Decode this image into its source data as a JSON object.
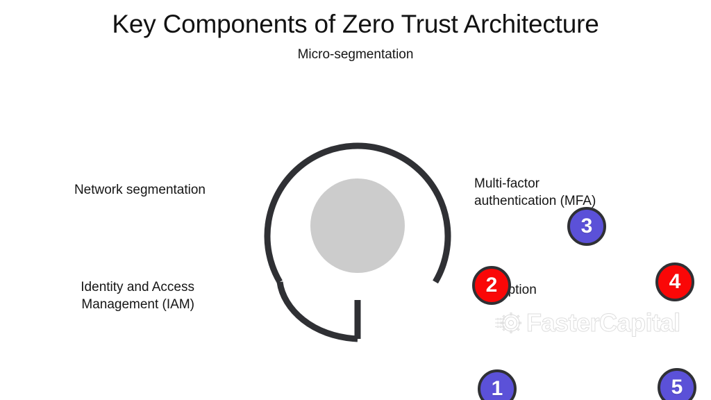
{
  "page": {
    "title": "Key Components of Zero Trust Architecture",
    "background_color": "#ffffff"
  },
  "diagram": {
    "type": "circular-process",
    "ring_color": "#2f3034",
    "center_circle_color": "#cccccc",
    "nodes": [
      {
        "number": "1",
        "label": "Identity and Access Management (IAM)",
        "label_line_1": "Identity and Access",
        "label_line_2": "Management (IAM)",
        "color": "#5b51d8",
        "color_name": "purple",
        "position": "bottom-left"
      },
      {
        "number": "2",
        "label": "Network segmentation",
        "color": "#fa0707",
        "color_name": "red",
        "position": "left"
      },
      {
        "number": "3",
        "label": "Micro-segmentation",
        "color": "#5b51d8",
        "color_name": "purple",
        "position": "top"
      },
      {
        "number": "4",
        "label": "Multi-factor authentication (MFA)",
        "label_line_1": "Multi-factor",
        "label_line_2": "authentication (MFA)",
        "color": "#fa0707",
        "color_name": "red",
        "position": "right"
      },
      {
        "number": "5",
        "label": "Encryption",
        "color": "#5b51d8",
        "color_name": "purple",
        "position": "bottom-right"
      }
    ]
  },
  "watermark": {
    "text": "FasterCapital",
    "icon": "gear-icon",
    "color": "#c9c9c9"
  }
}
